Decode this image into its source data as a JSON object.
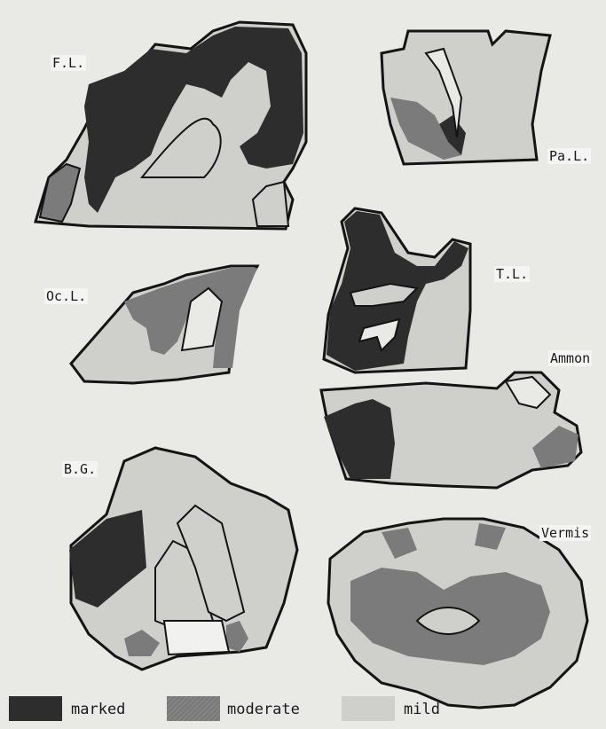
{
  "labels": {
    "frontal": "F.L.",
    "parietal": "Pa.L.",
    "occipital": "Oc.L.",
    "temporal": "T.L.",
    "ammon": "Ammon",
    "basal_ganglia": "B.G.",
    "vermis": "Vermis"
  },
  "legend": [
    {
      "key": "marked",
      "label": "marked",
      "color": "#2d2d2d"
    },
    {
      "key": "moderate",
      "label": "moderate",
      "color": "#7b7b7b"
    },
    {
      "key": "mild",
      "label": "mild",
      "color": "#cfcfcc"
    }
  ],
  "colors": {
    "background": "#e9e9e6",
    "outline": "#141414"
  }
}
